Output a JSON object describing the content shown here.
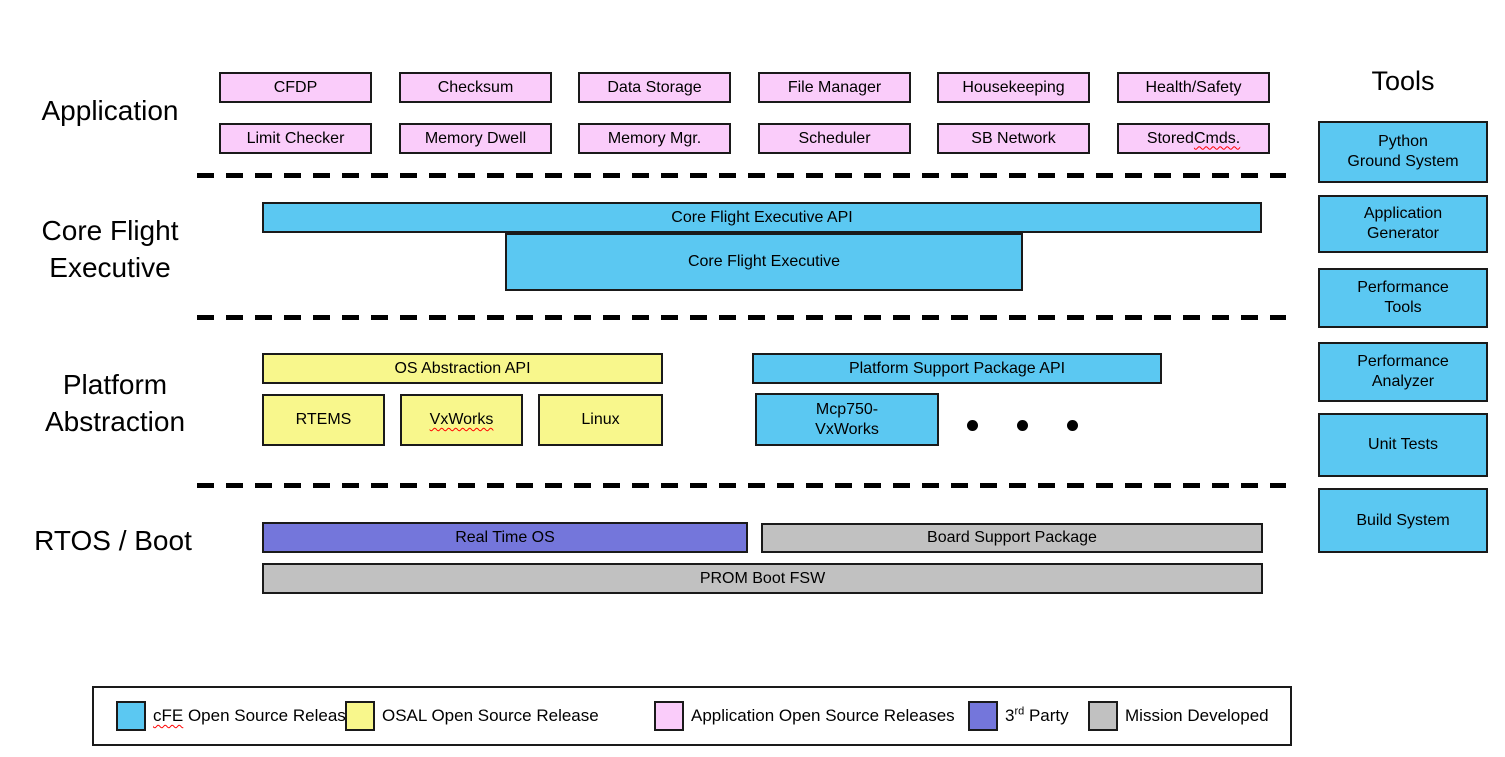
{
  "colors": {
    "cfe": "#5BC8F2",
    "osal": "#F8F78C",
    "app": "#FACCFA",
    "third_party": "#7476DB",
    "mission": "#C1C1C1"
  },
  "sections": {
    "application": {
      "label": "Application",
      "row1": [
        "CFDP",
        "Checksum",
        "Data Storage",
        "File Manager",
        "Housekeeping",
        "Health/Safety"
      ],
      "row2": [
        "Limit Checker",
        "Memory Dwell",
        "Memory Mgr.",
        "Scheduler",
        "SB Network"
      ],
      "stored_cmds": {
        "pre": "Stored ",
        "misspelled": "Cmds."
      }
    },
    "cfe": {
      "label": [
        "Core Flight",
        "Executive"
      ],
      "api": "Core Flight Executive API",
      "box": "Core Flight Executive"
    },
    "platform": {
      "label": [
        "Platform",
        "Abstraction"
      ],
      "osal_api": "OS Abstraction API",
      "os_boxes": [
        "RTEMS",
        "VxWorks",
        "Linux"
      ],
      "psp_api": "Platform Support Package API",
      "psp_box": [
        "Mcp750-",
        "VxWorks"
      ]
    },
    "rtos": {
      "label": "RTOS / Boot",
      "real_time_os": "Real Time OS",
      "bsp": "Board Support Package",
      "prom": "PROM Boot FSW"
    }
  },
  "tools": {
    "title": "Tools",
    "items": [
      [
        "Python",
        "Ground System"
      ],
      [
        "Application",
        "Generator"
      ],
      [
        "Performance",
        "Tools"
      ],
      [
        "Performance",
        "Analyzer"
      ],
      [
        "Unit Tests"
      ],
      [
        "Build System"
      ]
    ]
  },
  "legend": {
    "cfe": {
      "misspelled": "cFE",
      "rest": " Open Source Release",
      "color": "#5BC8F2"
    },
    "osal": {
      "label": "OSAL Open Source Release",
      "color": "#F8F78C"
    },
    "apps": {
      "label": "Application Open Source Releases",
      "color": "#FACCFA"
    },
    "third_party": {
      "pre": "3",
      "sup": "rd",
      "post": " Party",
      "color": "#7476DB"
    },
    "mission": {
      "label": "Mission Developed",
      "color": "#C1C1C1"
    }
  }
}
